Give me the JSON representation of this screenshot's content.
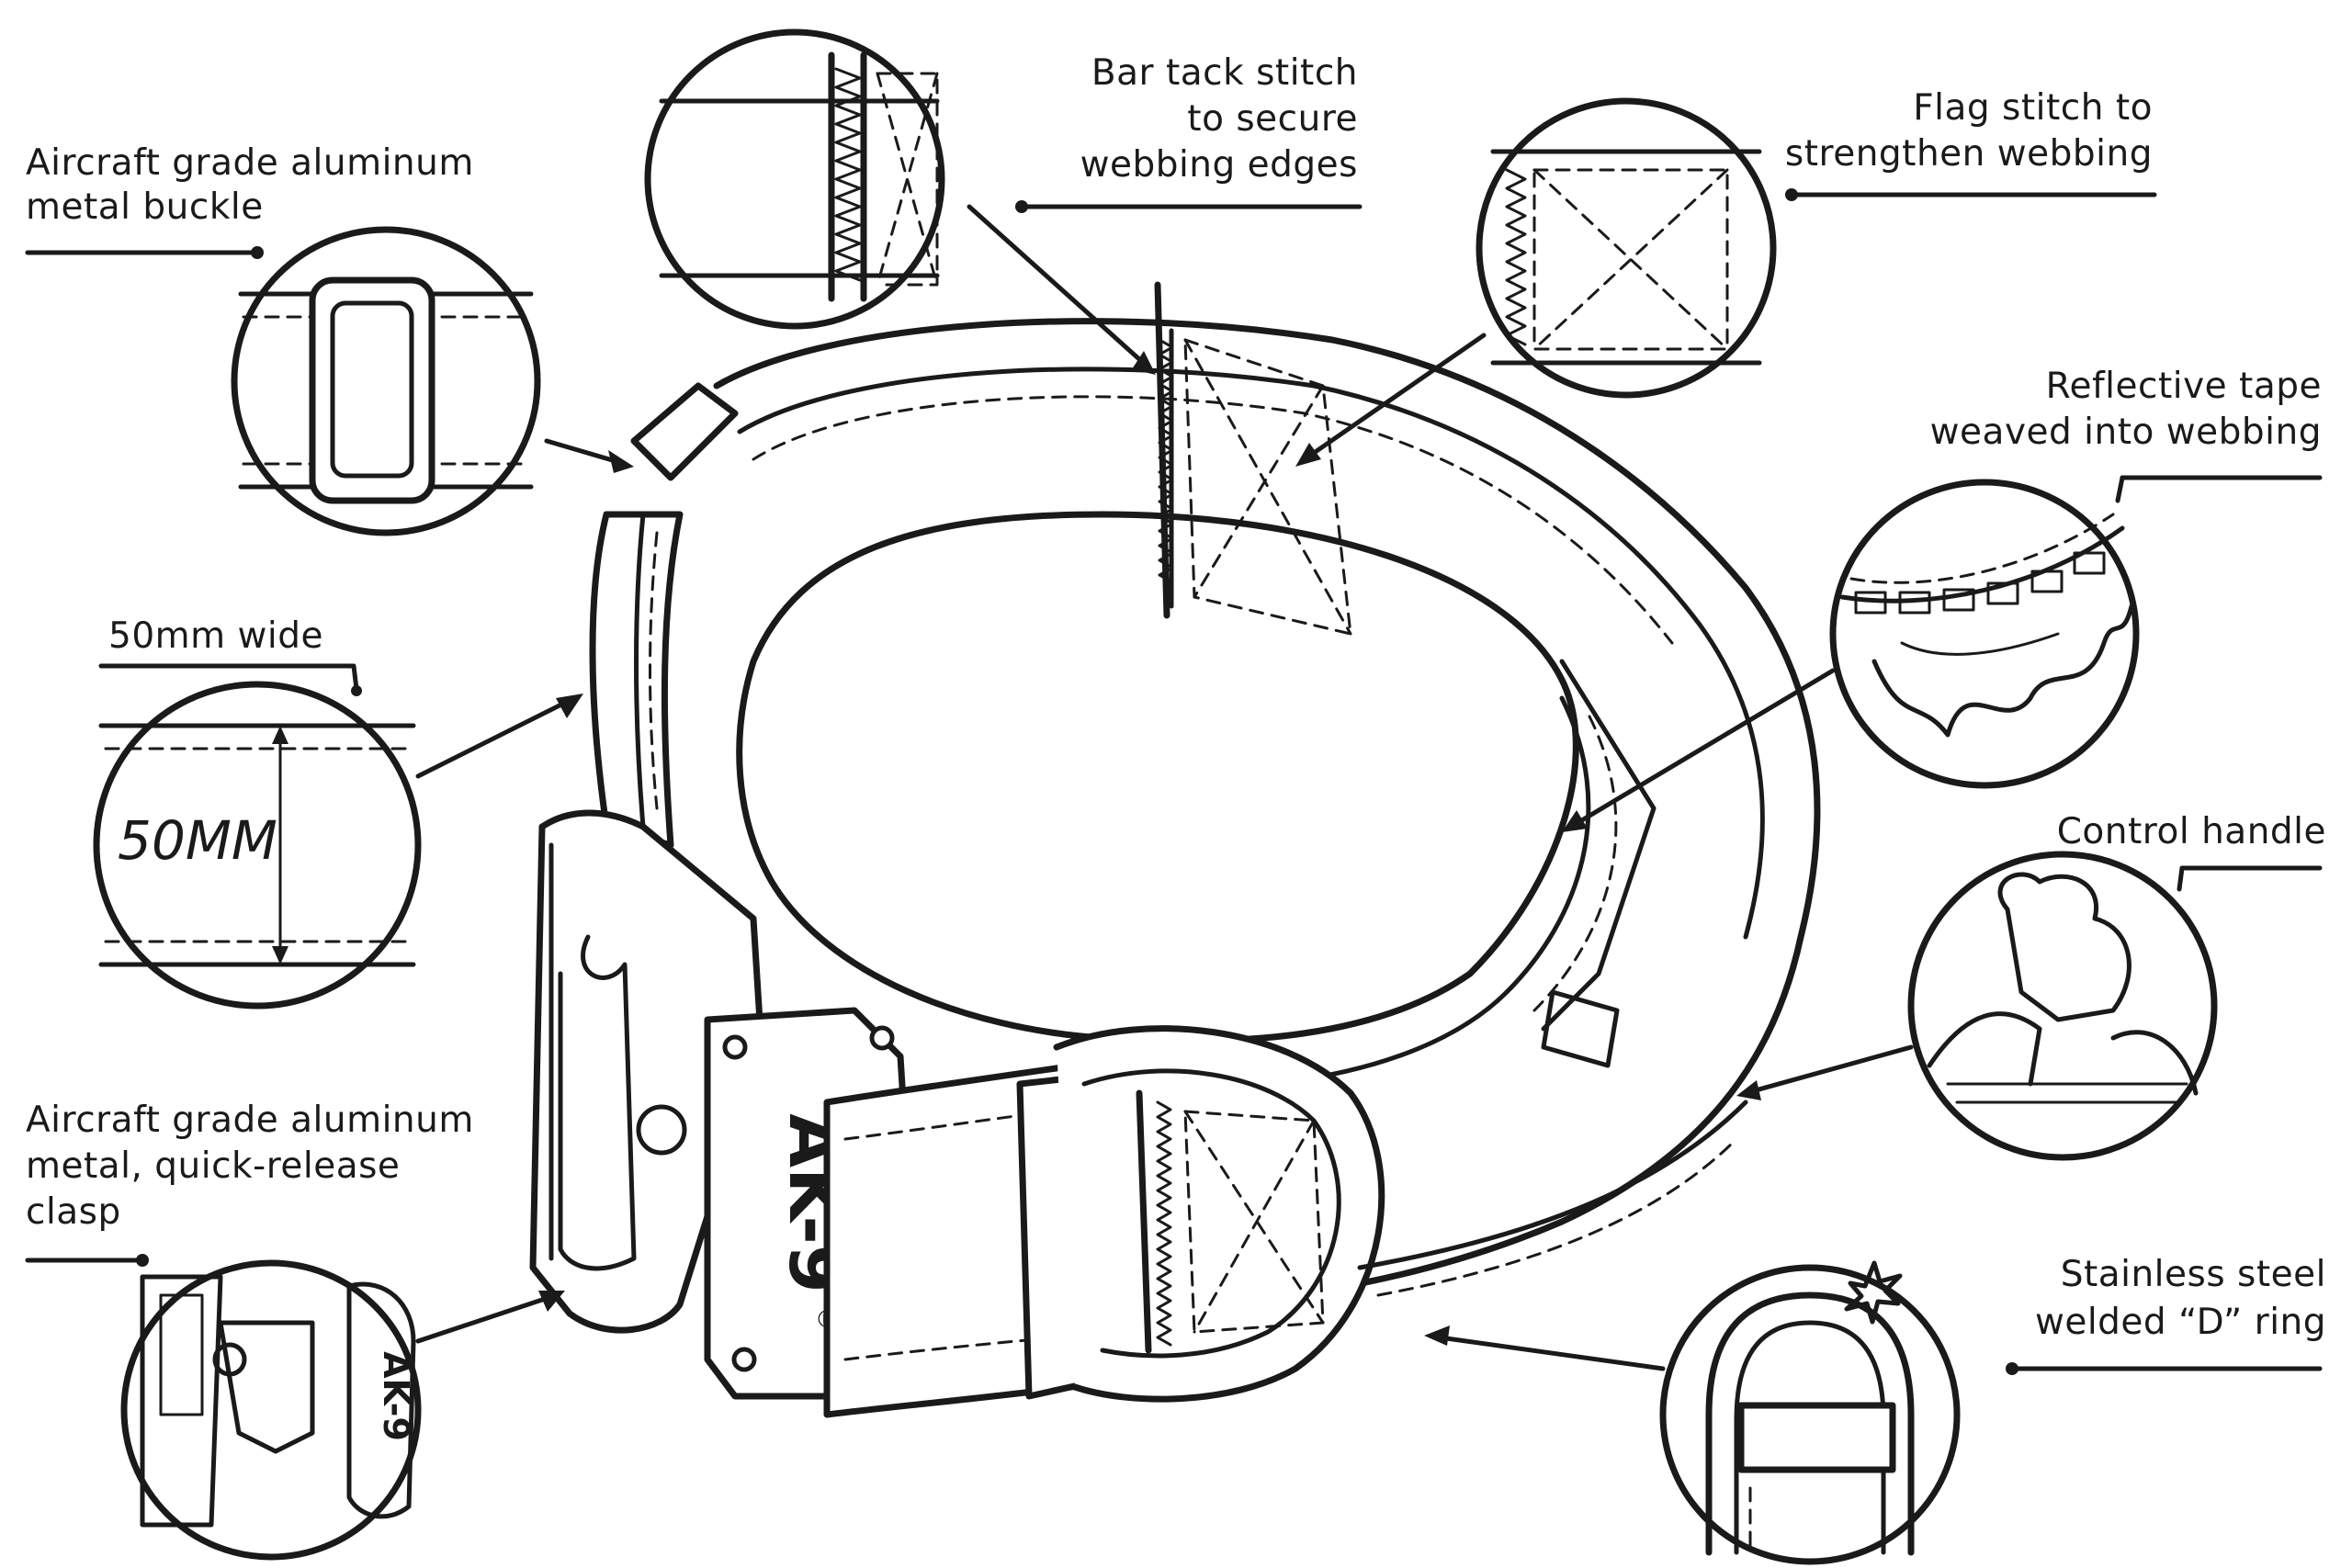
{
  "callouts": {
    "aluminum_buckle": [
      "Aircraft grade aluminum",
      "metal buckle"
    ],
    "width": [
      "50mm wide"
    ],
    "quick_release": [
      "Aircraft grade aluminum",
      "metal, quick-release",
      "clasp"
    ],
    "bar_tack": [
      "Bar tack stitch",
      "to secure",
      "webbing edges"
    ],
    "flag_stitch": [
      "Flag stitch to",
      "strengthen webbing"
    ],
    "reflective_tape": [
      "Reflective tape",
      "weaved into webbing"
    ],
    "control_handle": [
      "Control handle"
    ],
    "d_ring": [
      "Stainless steel",
      "welded “D” ring"
    ]
  },
  "detail_labels": {
    "width_measure": "50MM",
    "clasp_brand": "AK-9",
    "clasp_trademark": "®"
  },
  "colors": {
    "ink": "#1a1a1a",
    "paper": "#ffffff"
  }
}
